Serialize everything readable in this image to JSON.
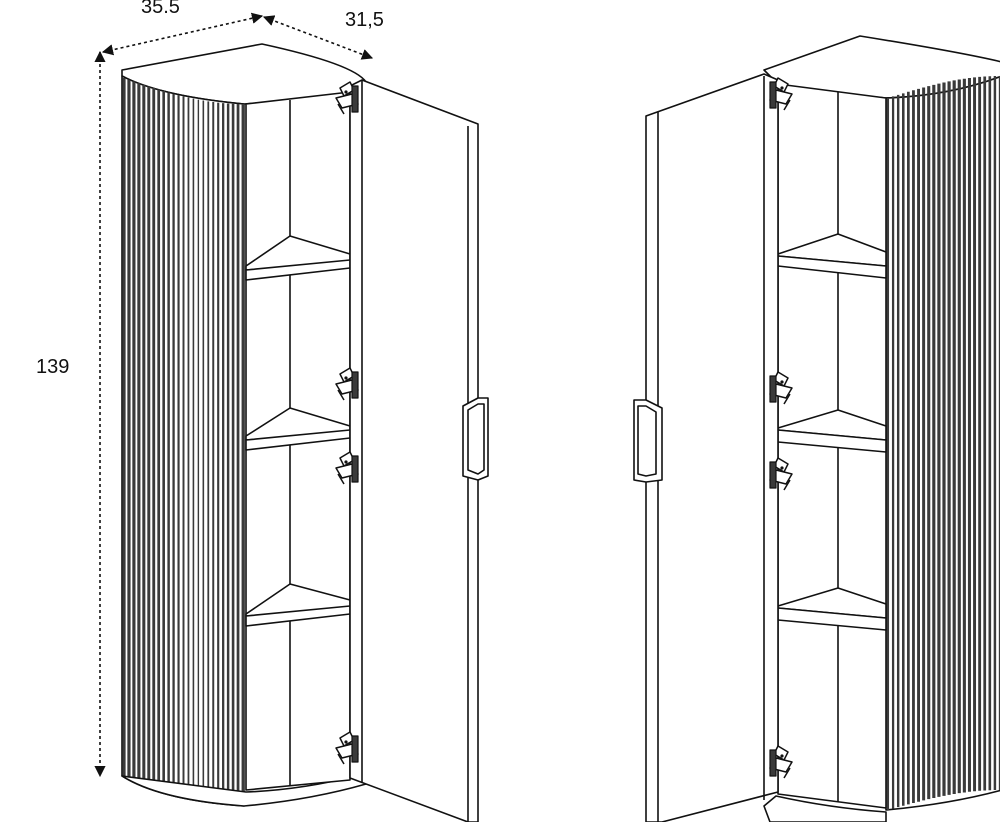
{
  "dimensions": {
    "width_label": "35.5",
    "depth_label": "31,5",
    "height_label": "139"
  },
  "colors": {
    "line": "#111111",
    "fill": "#ffffff",
    "fluting_dark": "#3a3a3a"
  },
  "views": [
    {
      "name": "left-view",
      "door_side": "right",
      "shelf_count": 3,
      "hinge_count": 4
    },
    {
      "name": "right-view",
      "door_side": "left",
      "shelf_count": 3,
      "hinge_count": 4
    }
  ]
}
